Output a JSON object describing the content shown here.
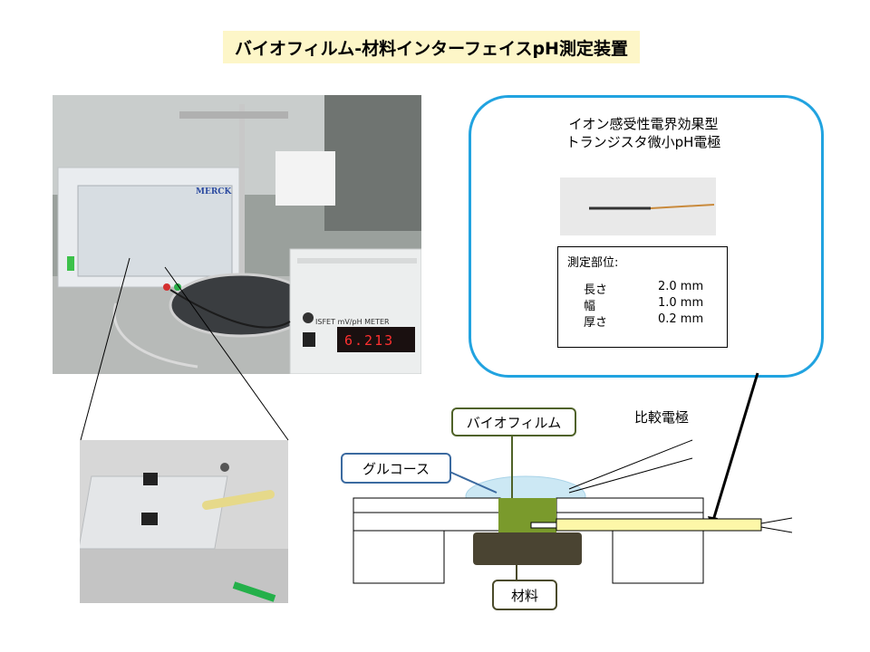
{
  "title": "バイオフィルム-材料インターフェイスpH測定装置",
  "callout": {
    "title_line1": "イオン感受性電界効果型",
    "title_line2": "トランジスタ微小pH電極",
    "measurement_header": "測定部位:",
    "measurements": [
      {
        "label": "長さ",
        "value": "2.0 mm"
      },
      {
        "label": "幅",
        "value": "1.0 mm"
      },
      {
        "label": "厚さ",
        "value": "0.2 mm"
      }
    ]
  },
  "photo": {
    "brand_label": "MERCK",
    "meter_label": "ISFET mV/pH METER",
    "meter_reading": "6.213"
  },
  "diagram": {
    "biofilm_label": "バイオフィルム",
    "glucose_label": "グルコース",
    "material_label": "材料",
    "reference_electrode_label": "比較電極"
  },
  "colors": {
    "title_bg": "#fdf6c8",
    "callout_border": "#21a3e0",
    "biofilm": "#7a9a2c",
    "material": "#4a4432",
    "glucose_drop": "#cce8f4",
    "electrode": "#fdf7a8"
  }
}
